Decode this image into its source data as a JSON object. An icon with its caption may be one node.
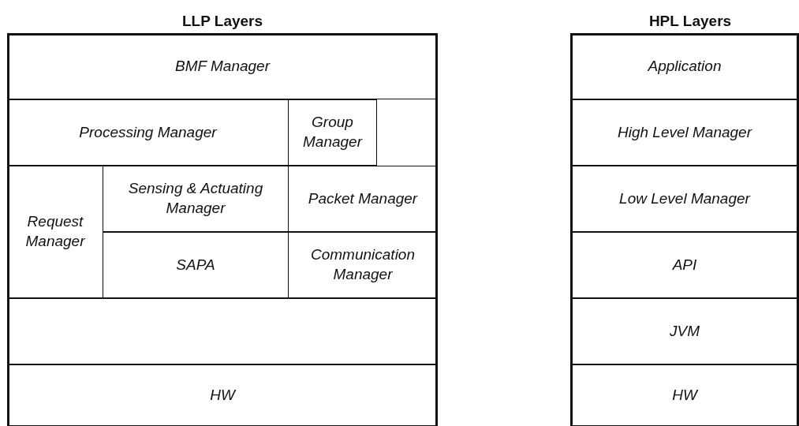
{
  "diagram": {
    "nodes": [
      {
        "text": [
          "LLP Layers"
        ]
      },
      {
        "text": [
          "BMF Manager"
        ],
        "in": 0
      },
      {
        "text": [
          "Processing Manager"
        ],
        "in": 0
      },
      {
        "text": [
          "Group Manager"
        ],
        "in": 0
      },
      {
        "text": [
          "Request Manager"
        ],
        "in": 0
      },
      {
        "text": [
          "Sensing & Actuating Manager"
        ],
        "in": 0
      },
      {
        "text": [
          "Packet Manager"
        ],
        "in": 0
      },
      {
        "text": [
          "SAPA"
        ],
        "in": 0
      },
      {
        "text": [
          "Communication Manager"
        ],
        "in": 0
      },
      {
        "text": [],
        "shape": "box",
        "in": 0
      },
      {
        "text": [
          "HW"
        ],
        "in": 0
      },
      {
        "text": [
          "HPL Layers"
        ]
      },
      {
        "text": [
          "Application"
        ],
        "in": 11
      },
      {
        "text": [
          "High Level Manager"
        ],
        "in": 11
      },
      {
        "text": [
          "Low Level Manager"
        ],
        "in": 11
      },
      {
        "text": [
          "API"
        ],
        "in": 11
      },
      {
        "text": [
          "JVM"
        ],
        "in": 11
      },
      {
        "text": [
          "HW"
        ],
        "in": 11
      }
    ]
  }
}
